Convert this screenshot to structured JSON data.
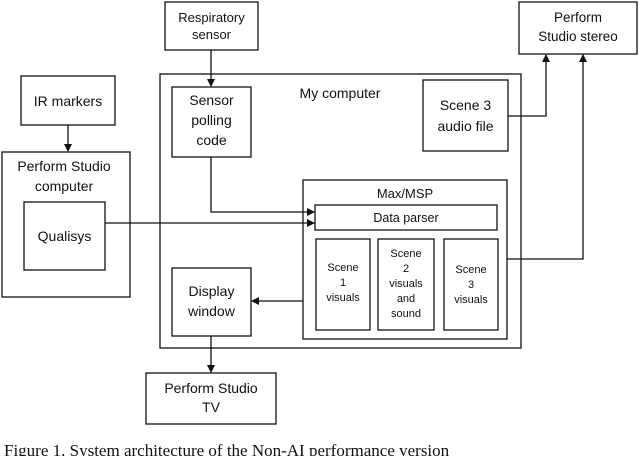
{
  "nodes": {
    "respiratory_sensor": [
      "Respiratory",
      "sensor"
    ],
    "ir_markers": [
      "IR markers"
    ],
    "perform_studio_stereo": [
      "Perform",
      "Studio stereo"
    ],
    "my_computer": [
      "My computer"
    ],
    "sensor_polling_code": [
      "Sensor",
      "polling",
      "code"
    ],
    "scene3_audio_file": [
      "Scene 3",
      "audio file"
    ],
    "perform_studio_computer": [
      "Perform Studio",
      "computer"
    ],
    "qualisys": [
      "Qualisys"
    ],
    "max_msp": [
      "Max/MSP"
    ],
    "data_parser": [
      "Data parser"
    ],
    "scene1_visuals": [
      "Scene",
      "1",
      "visuals"
    ],
    "scene2_visuals_sound": [
      "Scene",
      "2",
      "visuals",
      "and",
      "sound"
    ],
    "scene3_visuals": [
      "Scene",
      "3",
      "visuals"
    ],
    "display_window": [
      "Display",
      "window"
    ],
    "perform_studio_tv": [
      "Perform Studio",
      "TV"
    ]
  },
  "caption": "Figure 1. System architecture of the Non-AI performance version"
}
